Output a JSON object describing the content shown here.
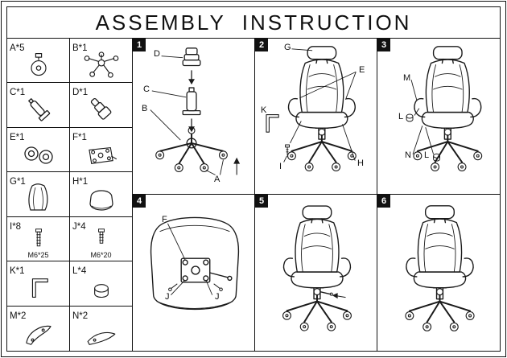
{
  "title": "ASSEMBLY  INSTRUCTION",
  "parts": [
    {
      "label": "A*5",
      "icon": "caster"
    },
    {
      "label": "B*1",
      "icon": "five-star-base"
    },
    {
      "label": "C*1",
      "icon": "gas-lift"
    },
    {
      "label": "D*1",
      "icon": "telescopic-cover"
    },
    {
      "label": "E*1",
      "icon": "armrest-pads"
    },
    {
      "label": "F*1",
      "icon": "tilt-mechanism"
    },
    {
      "label": "G*1",
      "icon": "backrest"
    },
    {
      "label": "H*1",
      "icon": "seat"
    },
    {
      "label": "I*8",
      "spec": "M6*25",
      "icon": "bolt"
    },
    {
      "label": "J*4",
      "spec": "M6*20",
      "icon": "bolt"
    },
    {
      "label": "K*1",
      "icon": "allen-key"
    },
    {
      "label": "L*4",
      "icon": "cap"
    },
    {
      "label": "M*2",
      "icon": "side-cover"
    },
    {
      "label": "N*2",
      "icon": "side-cover"
    }
  ],
  "steps": [
    {
      "number": "1",
      "callouts": {
        "d": "D",
        "c": "C",
        "b": "B",
        "a": "A"
      }
    },
    {
      "number": "2",
      "callouts": {
        "g": "G",
        "e": "E",
        "k": "K",
        "i": "I",
        "h": "H"
      }
    },
    {
      "number": "3",
      "callouts": {
        "m": "M",
        "l1": "L",
        "n": "N",
        "l2": "L"
      }
    },
    {
      "number": "4",
      "callouts": {
        "f": "F",
        "j1": "J",
        "j2": "J"
      }
    },
    {
      "number": "5",
      "callouts": {}
    },
    {
      "number": "6",
      "callouts": {}
    }
  ]
}
